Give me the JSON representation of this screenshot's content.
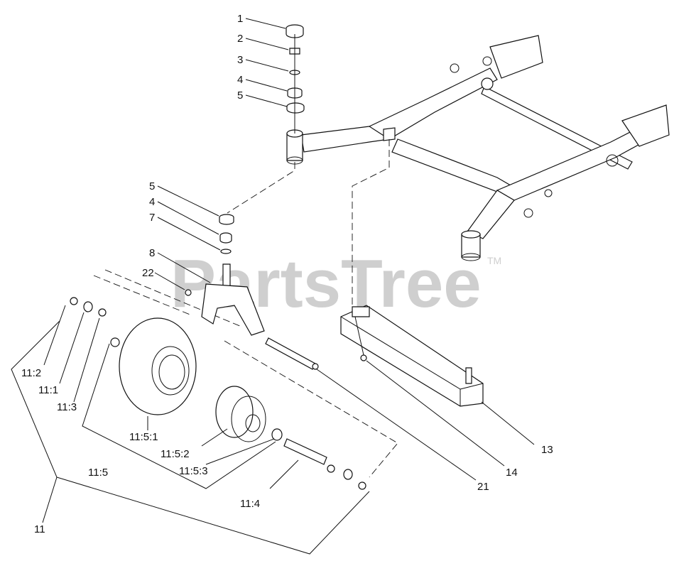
{
  "watermark": {
    "text": "PartsTree",
    "trademark": "TM"
  },
  "callouts": [
    {
      "id": "1",
      "text": "1"
    },
    {
      "id": "2",
      "text": "2"
    },
    {
      "id": "3",
      "text": "3"
    },
    {
      "id": "4a",
      "text": "4"
    },
    {
      "id": "5a",
      "text": "5"
    },
    {
      "id": "5b",
      "text": "5"
    },
    {
      "id": "4b",
      "text": "4"
    },
    {
      "id": "7",
      "text": "7"
    },
    {
      "id": "8",
      "text": "8"
    },
    {
      "id": "22",
      "text": "22"
    },
    {
      "id": "11-2",
      "text": "11:2"
    },
    {
      "id": "11-1",
      "text": "11:1"
    },
    {
      "id": "11-3",
      "text": "11:3"
    },
    {
      "id": "11-5-1",
      "text": "11:5:1"
    },
    {
      "id": "11-5-2",
      "text": "11:5:2"
    },
    {
      "id": "11-5-3",
      "text": "11:5:3"
    },
    {
      "id": "11-5",
      "text": "11:5"
    },
    {
      "id": "11-4",
      "text": "11:4"
    },
    {
      "id": "11",
      "text": "11"
    },
    {
      "id": "21",
      "text": "21"
    },
    {
      "id": "14",
      "text": "14"
    },
    {
      "id": "13",
      "text": "13"
    }
  ]
}
